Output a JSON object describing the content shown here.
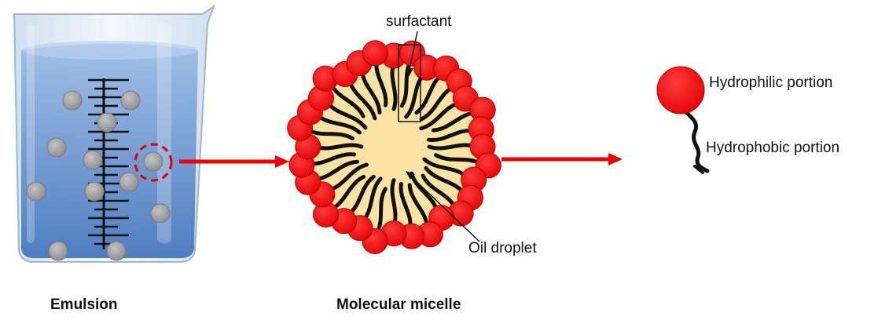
{
  "labels": {
    "emulsion": "Emulsion",
    "micelle": "Molecular micelle",
    "surfactant": "surfactant",
    "oil_droplet": "Oil droplet",
    "hydrophilic": "Hydrophilic portion",
    "hydrophobic": "Hydrophobic portion"
  },
  "colors": {
    "head": "#ff0000",
    "head_stroke": "#b30000",
    "tail": "#111111",
    "oil": "#fbe3a6",
    "water_top": "#8fb3e0",
    "water_bottom": "#4a7fc1",
    "glass": "#dbe8f3",
    "oil_drop_in_emulsion": "#a6a6a6",
    "arrow": "#ee0000"
  },
  "icons": {
    "beaker": "beaker-icon",
    "micelle": "micelle-icon",
    "surfactant_molecule": "surfactant-molecule-icon"
  }
}
